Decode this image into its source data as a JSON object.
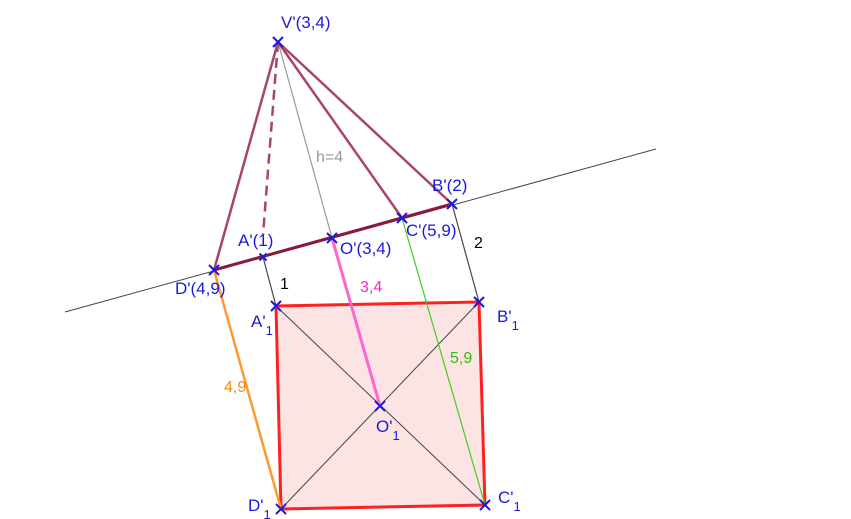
{
  "points": {
    "V": "V'(3,4)",
    "A": "A'(1)",
    "B": "B'(2)",
    "C": "C'(5,9)",
    "D": "D'(4,9)",
    "O": "O'(3,4)",
    "A1": {
      "main": "A'",
      "sub": "1"
    },
    "B1": {
      "main": "B'",
      "sub": "1"
    },
    "C1": {
      "main": "C'",
      "sub": "1"
    },
    "D1": {
      "main": "D'",
      "sub": "1"
    },
    "O1": {
      "main": "O'",
      "sub": "1"
    }
  },
  "labels": {
    "height": "h=4",
    "a_dist": "1",
    "b_dist": "2",
    "o_dist": "3,4",
    "c_dist": "5,9",
    "d_dist": "4,9"
  },
  "colors": {
    "pyramid_edge": "#a8456b",
    "trace_line": "#8b1a3a",
    "square": "#ff2020",
    "square_fill": "#fce4e4",
    "orange": "#ff9933",
    "magenta": "#ff66cc",
    "green": "#44cc22",
    "point": "#1a1adc"
  }
}
